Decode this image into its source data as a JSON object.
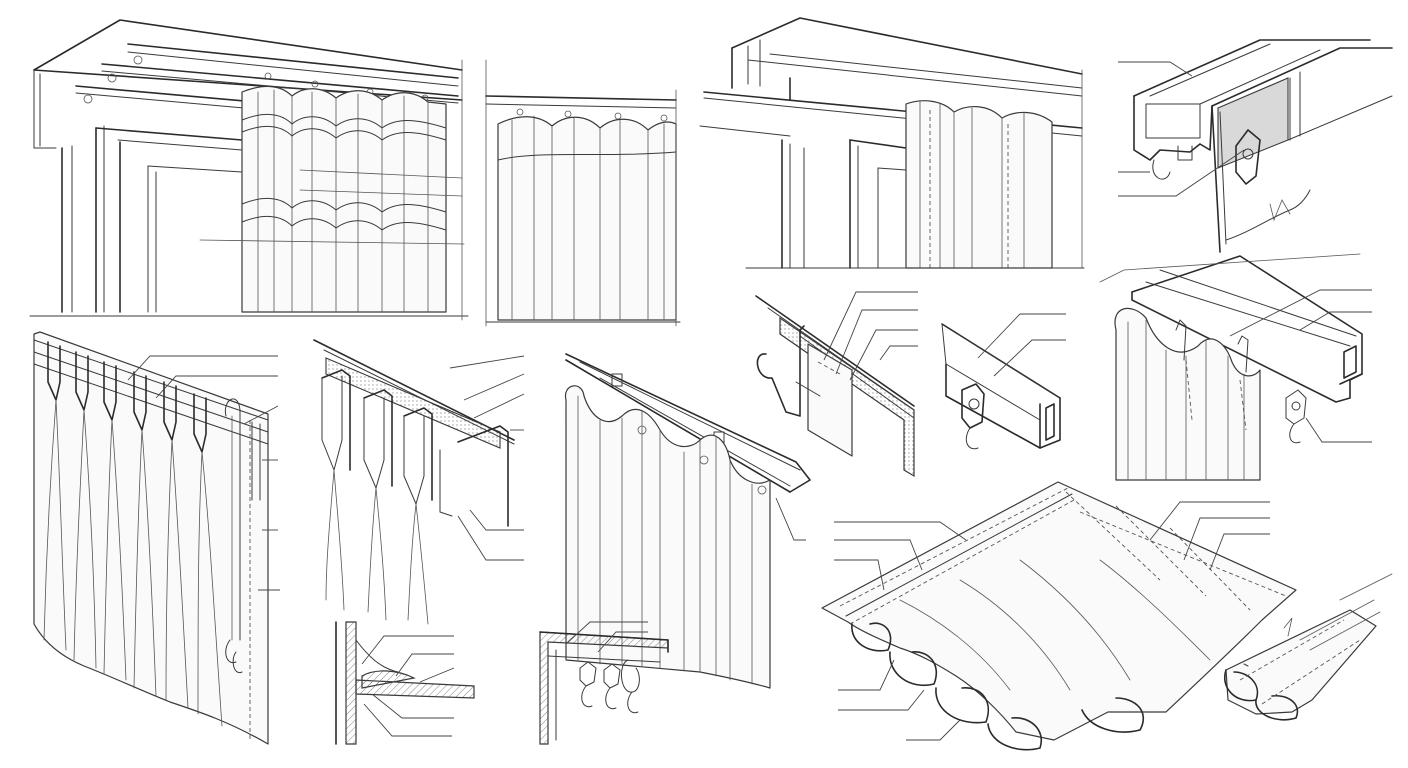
{
  "sheet": {
    "subject": "curtain-track-and-heading-details",
    "stroke_color": "#3a3a3a",
    "paper_color": "#ffffff",
    "shade_color": "#d9d9d9",
    "panels": [
      {
        "id": "ceiling-track-window",
        "icon": "double-track-wave-curtain"
      },
      {
        "id": "wave-heading-track",
        "icon": "wave-curtain"
      },
      {
        "id": "recessed-box-track",
        "icon": "box-track-curtain"
      },
      {
        "id": "rail-profile-detail",
        "icon": "track-profile-with-glider"
      },
      {
        "id": "pinch-pleat-curtain",
        "icon": "pleated-curtain-with-cord"
      },
      {
        "id": "pleat-heading-section",
        "icon": "pleated-heading"
      },
      {
        "id": "wave-track-perspective",
        "icon": "ripple-fold-curtain"
      },
      {
        "id": "heading-tape-bracket",
        "icon": "hook-bracket"
      },
      {
        "id": "square-track-glider",
        "icon": "square-track"
      },
      {
        "id": "track-with-hooks",
        "icon": "curtain-hooks-on-track"
      },
      {
        "id": "wall-bracket-section",
        "icon": "t-section"
      },
      {
        "id": "corner-track-hooks",
        "icon": "corner-profile-hooks"
      },
      {
        "id": "folded-fabric-strip",
        "icon": "folded-hem-fabric"
      },
      {
        "id": "fabric-hem-end",
        "icon": "hem-roll"
      }
    ]
  }
}
